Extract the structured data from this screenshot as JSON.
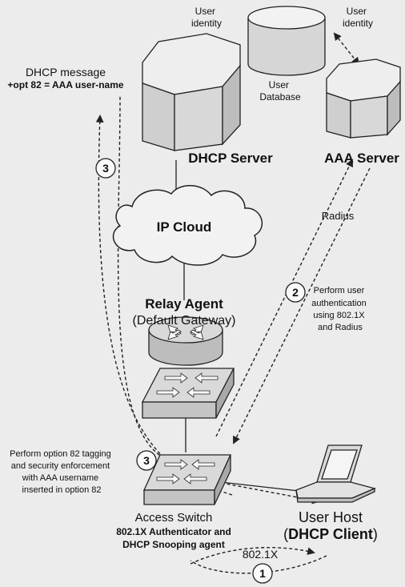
{
  "labels": {
    "user_identity_left": [
      "User",
      "identity"
    ],
    "user_identity_right": [
      "User",
      "identity"
    ],
    "user_database": [
      "User",
      "Database"
    ],
    "dhcp_message": "DHCP message",
    "opt82": "+opt 82 = AAA user-name",
    "dhcp_server": "DHCP Server",
    "aaa_server": "AAA Server",
    "ip_cloud": "IP Cloud",
    "radius": "Radius",
    "relay_agent": "Relay Agent",
    "default_gateway": "(Default Gateway)",
    "perform_user_auth": [
      "Perform user",
      "authentication",
      "using 802.1X",
      "and Radius"
    ],
    "option82_tagging": [
      "Perform option 82 tagging",
      "and security enforcement",
      "with AAA username",
      "inserted in option 82"
    ],
    "access_switch": "Access Switch",
    "authenticator": "802.1X Authenticator and",
    "snooping": "DHCP Snooping agent",
    "user_host": "User Host",
    "dhcp_client": "DHCP Client",
    "proto_8021x": "802.1X"
  },
  "steps": {
    "step1": "1",
    "step2": "2",
    "step3_top": "3",
    "step3_switch": "3"
  },
  "colors": {
    "background": "#ececec",
    "shape_fill": "#d9d9d9",
    "shape_dark": "#b8b8b8",
    "stroke": "#222222"
  }
}
